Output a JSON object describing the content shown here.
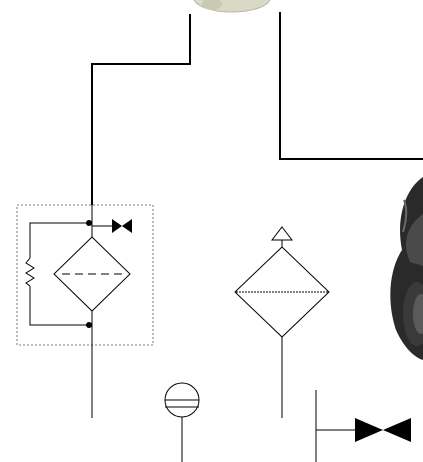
{
  "diagram": {
    "components": [
      {
        "id": "filter-regulator-unit",
        "kind": "filter with pressure gauge, check valve and drain",
        "label": ""
      },
      {
        "id": "filter-drain-auto",
        "kind": "filter with automatic drain",
        "label": ""
      },
      {
        "id": "pressure-gauge",
        "kind": "gauge",
        "label": ""
      },
      {
        "id": "shutoff-valve",
        "kind": "shut-off valve",
        "label": ""
      },
      {
        "id": "photo-fitting",
        "kind": "photo of fitting (partial)",
        "label": ""
      },
      {
        "id": "photo-regulator",
        "kind": "photo of device (partial)",
        "label": ""
      }
    ],
    "colors": {
      "line": "#000000",
      "photo_top": "#d9d9c6",
      "photo_dark": "#2a2a2a",
      "photo_highlight": "#6a6a6a",
      "background": "#ffffff"
    }
  }
}
